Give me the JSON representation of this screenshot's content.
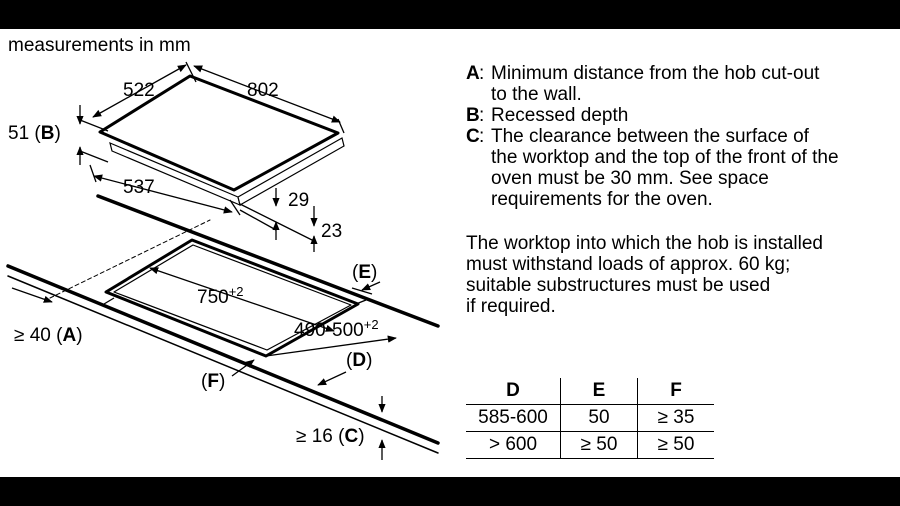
{
  "header_text": "measurements in mm",
  "diagram": {
    "hob_depth": "522",
    "hob_width": "802",
    "recess_label": "51 (",
    "recess_key": "B",
    "recess_close": ")",
    "under_depth": "537",
    "dim_29": "29",
    "dim_23": "23",
    "cutout_width": "750",
    "cutout_width_tol": "+2",
    "cutout_depth": "490-500",
    "cutout_depth_tol": "+2",
    "e_open": "(",
    "e_key": "E",
    "e_close": ")",
    "d_open": "(",
    "d_key": "D",
    "d_close": ")",
    "f_open": "(",
    "f_key": "F",
    "f_close": ")",
    "a_label": "≥ 40 (",
    "a_key": "A",
    "a_close": ")",
    "c_label": "≥ 16 (",
    "c_key": "C",
    "c_close": ")"
  },
  "legend": [
    {
      "key": "A",
      "lines": [
        "Minimum distance from the hob cut-out",
        "to the wall."
      ]
    },
    {
      "key": "B",
      "lines": [
        "Recessed depth"
      ]
    },
    {
      "key": "C",
      "lines": [
        "The clearance between the surface of",
        "the worktop and the top of the front of the",
        "oven must be 30 mm. See space",
        "requirements for the oven."
      ]
    }
  ],
  "note": [
    "The worktop into which the hob is installed",
    "must withstand loads of approx. 60 kg;",
    "suitable substructures must be used",
    "if required."
  ],
  "table": {
    "headers": [
      "D",
      "E",
      "F"
    ],
    "rows": [
      [
        "585-600",
        "50",
        "≥ 35"
      ],
      [
        "> 600",
        "≥ 50",
        "≥ 50"
      ]
    ]
  }
}
